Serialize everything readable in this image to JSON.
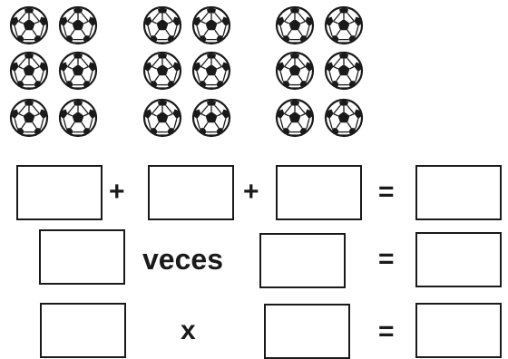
{
  "worksheet": {
    "groups": [
      {
        "balls": 6
      },
      {
        "balls": 6
      },
      {
        "balls": 6
      }
    ],
    "rows": [
      {
        "operators": [
          "+",
          "+",
          "="
        ],
        "answer_boxes": 4
      },
      {
        "operators": [
          "veces",
          "="
        ],
        "answer_boxes": 3
      },
      {
        "operators": [
          "x",
          "="
        ],
        "answer_boxes": 3
      }
    ],
    "icon": "soccer-ball-icon",
    "colors": {
      "ink": "#1a1a1a",
      "paper": "#ffffff"
    }
  }
}
